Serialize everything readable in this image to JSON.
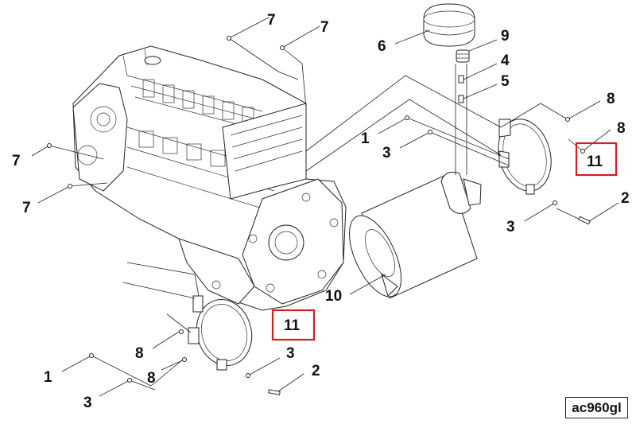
{
  "diagram": {
    "callouts": [
      {
        "id": "c7a",
        "text": "7"
      },
      {
        "id": "c7b",
        "text": "7"
      },
      {
        "id": "c7c",
        "text": "7"
      },
      {
        "id": "c7d",
        "text": "7"
      },
      {
        "id": "c6",
        "text": "6"
      },
      {
        "id": "c9",
        "text": "9"
      },
      {
        "id": "c4",
        "text": "4"
      },
      {
        "id": "c5",
        "text": "5"
      },
      {
        "id": "c8a",
        "text": "8"
      },
      {
        "id": "c8b",
        "text": "8"
      },
      {
        "id": "c1a",
        "text": "1"
      },
      {
        "id": "c3a",
        "text": "3"
      },
      {
        "id": "c11a",
        "text": "11"
      },
      {
        "id": "c2a",
        "text": "2"
      },
      {
        "id": "c3b",
        "text": "3"
      },
      {
        "id": "c10",
        "text": "10"
      },
      {
        "id": "c11b",
        "text": "11"
      },
      {
        "id": "c8c",
        "text": "8"
      },
      {
        "id": "c3c",
        "text": "3"
      },
      {
        "id": "c2b",
        "text": "2"
      },
      {
        "id": "c8d",
        "text": "8"
      },
      {
        "id": "c1b",
        "text": "1"
      },
      {
        "id": "c3d",
        "text": "3"
      }
    ],
    "figure_code": "ac960gl",
    "highlight_color": "#d21f1f"
  }
}
